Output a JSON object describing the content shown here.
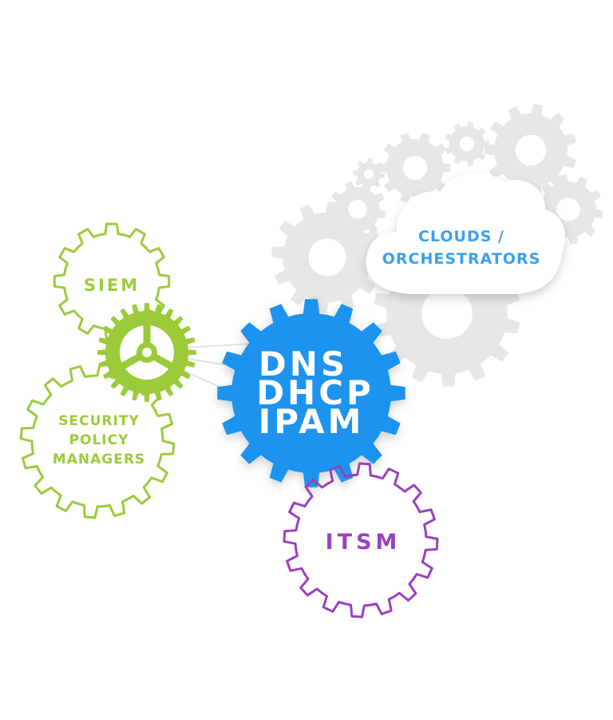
{
  "nodes": {
    "core": {
      "lines": [
        "DNS",
        "DHCP",
        "IPAM"
      ]
    },
    "siem": {
      "label": "SIEM"
    },
    "security": {
      "lines": [
        "SECURITY",
        "POLICY",
        "MANAGERS"
      ]
    },
    "itsm": {
      "label": "ITSM"
    },
    "clouds": {
      "lines": [
        "CLOUDS /",
        "ORCHESTRATORS"
      ]
    }
  },
  "colors": {
    "blue": "#1b93ee",
    "green": "#9ccb3a",
    "purple": "#9b3fc0",
    "cloud_text": "#3aa0f0",
    "gray_gear": "#e6e7e9",
    "gray_gear_dark": "#dcdde0",
    "white": "#ffffff"
  }
}
